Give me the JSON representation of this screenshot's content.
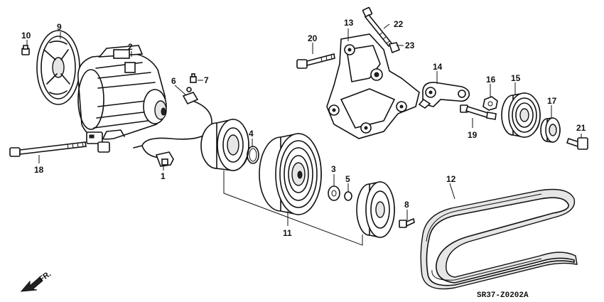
{
  "diagram": {
    "callouts": {
      "c1": "1",
      "c2": "2",
      "c3": "3",
      "c4": "4",
      "c5": "5",
      "c6": "6",
      "c7": "7",
      "c8": "8",
      "c9": "9",
      "c10": "10",
      "c11": "11",
      "c12": "12",
      "c13": "13",
      "c14": "14",
      "c15": "15",
      "c16": "16",
      "c17": "17",
      "c18": "18",
      "c19": "19",
      "c20": "20",
      "c21": "21",
      "c22": "22",
      "c23": "23"
    },
    "direction_label": "FR.",
    "diagram_code": "SR37-Z0202A",
    "icons": {
      "direction": "front-direction-arrow-icon"
    }
  }
}
